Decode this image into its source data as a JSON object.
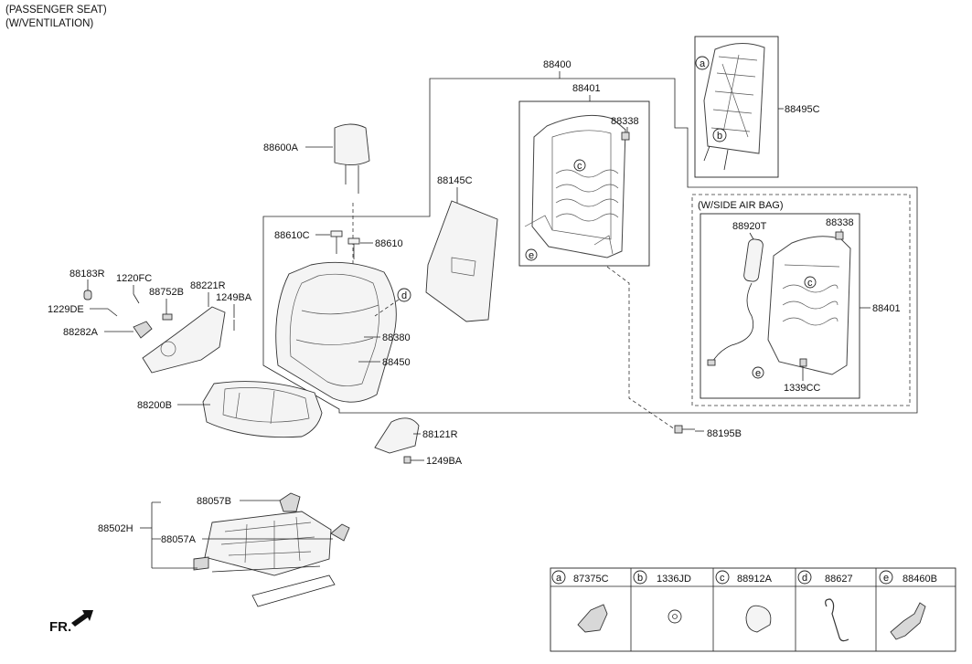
{
  "notes": [
    "(PASSENGER SEAT)",
    "(W/VENTILATION)"
  ],
  "sub_assembly": "(W/SIDE AIR BAG)",
  "direction": "FR.",
  "parts": {
    "p88400": "88400",
    "p88401a": "88401",
    "p88338a": "88338",
    "p88495c": "88495C",
    "p88600a": "88600A",
    "p88145c": "88145C",
    "p88610c": "88610C",
    "p88610": "88610",
    "p88183r": "88183R",
    "p1220fc": "1220FC",
    "p88752b": "88752B",
    "p88221r": "88221R",
    "p1229de": "1229DE",
    "p1249ba_a": "1249BA",
    "p88282a": "88282A",
    "p88380": "88380",
    "p88450": "88450",
    "p88200b": "88200B",
    "p88121r": "88121R",
    "p1249ba_b": "1249BA",
    "p88195b": "88195B",
    "p88920t": "88920T",
    "p88338b": "88338",
    "p88401b": "88401",
    "p1339cc": "1339CC",
    "p88057b": "88057B",
    "p88502h": "88502H",
    "p88057a": "88057A"
  },
  "callouts": {
    "a": "a",
    "b": "b",
    "c": "c",
    "d": "d",
    "e": "e"
  },
  "legend": [
    {
      "letter": "a",
      "part": "87375C"
    },
    {
      "letter": "b",
      "part": "1336JD"
    },
    {
      "letter": "c",
      "part": "88912A"
    },
    {
      "letter": "d",
      "part": "88627"
    },
    {
      "letter": "e",
      "part": "88460B"
    }
  ]
}
